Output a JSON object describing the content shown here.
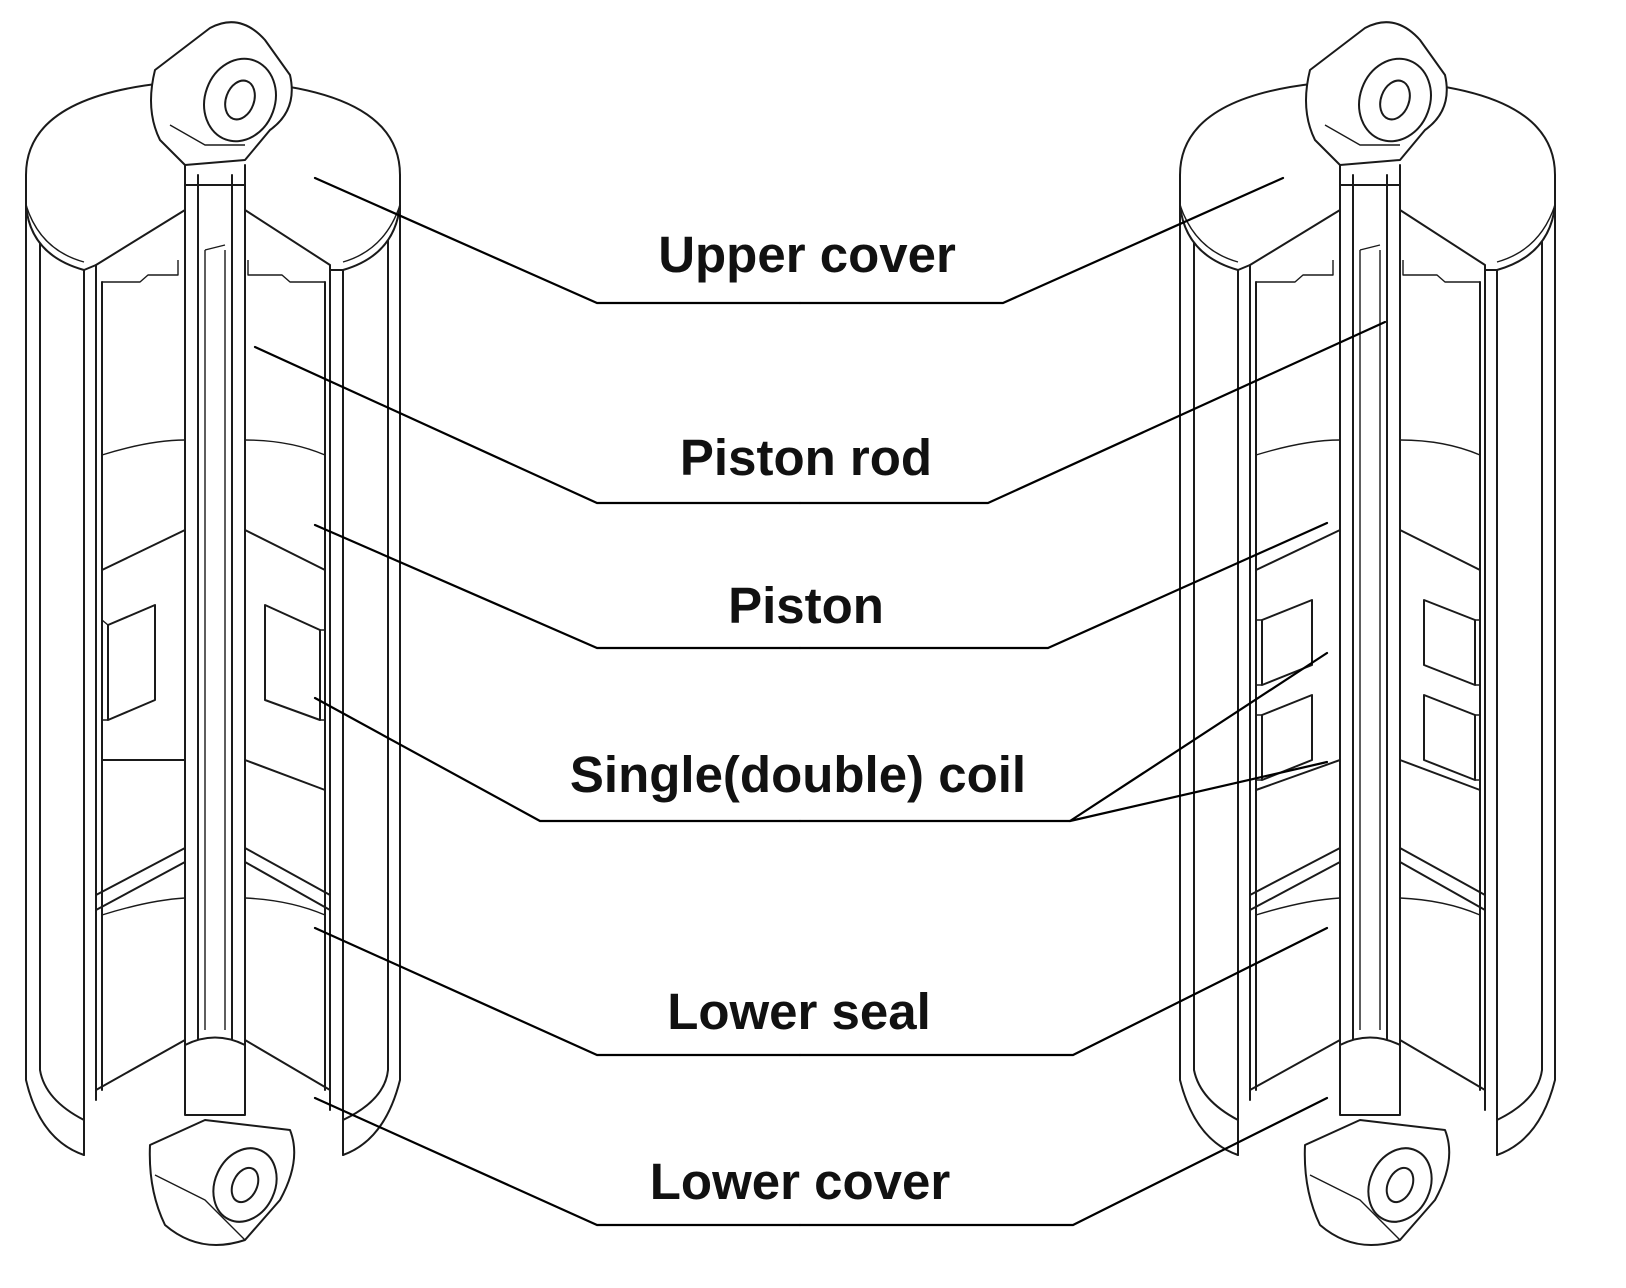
{
  "labels": {
    "upper_cover": "Upper cover",
    "piston_rod": "Piston rod",
    "piston": "Piston",
    "coil": "Single(double) coil",
    "lower_seal": "Lower seal",
    "lower_cover": "Lower cover"
  },
  "colors": {
    "line": "#1a1a1a",
    "text": "#111111",
    "background": "#ffffff"
  }
}
